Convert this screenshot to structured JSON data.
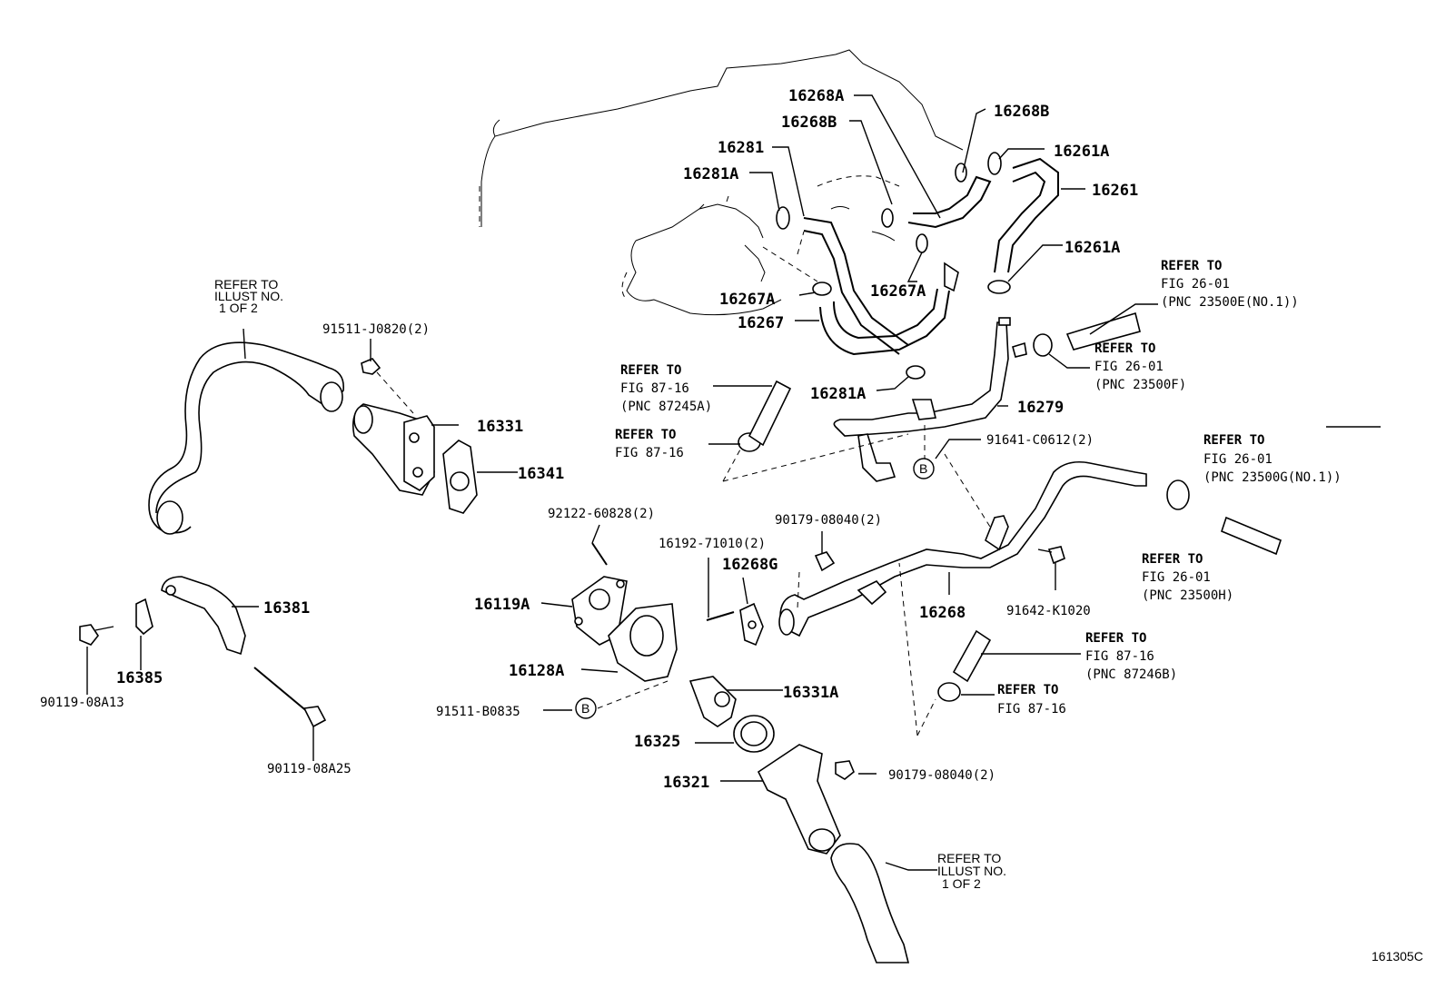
{
  "diagram_id": "161305C",
  "labels": {
    "p16268A": "16268A",
    "p16268B_top": "16268B",
    "p16268B": "16268B",
    "p16261A_top": "16261A",
    "p16281": "16281",
    "p16281A_top": "16281A",
    "p16261": "16261",
    "p16261A": "16261A",
    "p16267A_left": "16267A",
    "p16267A_right": "16267A",
    "p16267": "16267",
    "p16281A": "16281A",
    "p16279": "16279",
    "p16331": "16331",
    "p16341": "16341",
    "p16381": "16381",
    "p16385": "16385",
    "p16119A": "16119A",
    "p16128A": "16128A",
    "p16268G": "16268G",
    "p16268": "16268",
    "p16331A": "16331A",
    "p16325": "16325",
    "p16321": "16321",
    "b91511J0820": "91511-J0820(2)",
    "b91641C0612": "91641-C0612(2)",
    "b92122_60828": "92122-60828(2)",
    "b90179_08040_top": "90179-08040(2)",
    "b16192_71010": "16192-71010(2)",
    "b91642K1020": "91642-K1020",
    "b90119_08A13": "90119-08A13",
    "b90119_08A25": "90119-08A25",
    "b91511B0835": "91511-B0835",
    "b90179_08040_bottom": "90179-08040(2)",
    "ref_marker": "B"
  },
  "references": {
    "illust_left": [
      "REFER TO",
      "ILLUST NO.",
      "1 OF 2"
    ],
    "illust_bottom": [
      "REFER TO",
      "ILLUST NO.",
      "1 OF 2"
    ],
    "fig2601_e": [
      "REFER TO",
      "FIG 26-01",
      "(PNC 23500E(NO.1))"
    ],
    "fig2601_f": [
      "REFER TO",
      "FIG 26-01",
      "(PNC 23500F)"
    ],
    "fig8716_a": [
      "REFER TO",
      "FIG 87-16",
      "(PNC 87245A)"
    ],
    "fig8716_b": [
      "REFER TO",
      "FIG 87-16"
    ],
    "fig2601_g": [
      "REFER TO",
      "FIG 26-01",
      "(PNC 23500G(NO.1))"
    ],
    "fig2601_h": [
      "REFER TO",
      "FIG 26-01",
      "(PNC 23500H)"
    ],
    "fig8716_c": [
      "REFER TO",
      "FIG 87-16",
      "(PNC 87246B)"
    ],
    "fig8716_d": [
      "REFER TO",
      "FIG 87-16"
    ]
  }
}
